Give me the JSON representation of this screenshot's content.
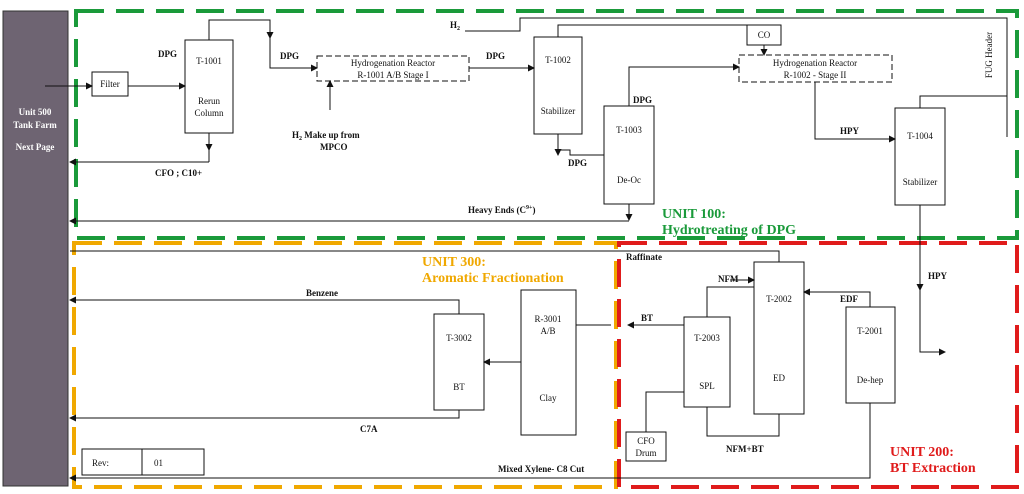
{
  "units": {
    "u100": {
      "title": "UNIT 100:",
      "subtitle": "Hydrotreating of DPG",
      "color": "#1a9a3a"
    },
    "u300": {
      "title": "UNIT 300:",
      "subtitle": "Aromatic Fractionation",
      "color": "#f0a800"
    },
    "u200": {
      "title": "UNIT 200:",
      "subtitle": "BT Extraction",
      "color": "#e01b1b"
    }
  },
  "tank_farm": {
    "line1": "Unit 500",
    "line2": "Tank Farm",
    "line3": "Next Page",
    "color": "#6e6472"
  },
  "equipment": {
    "filter": "Filter",
    "t1001": {
      "tag": "T-1001",
      "name1": "Rerun",
      "name2": "Column"
    },
    "r1001": {
      "name": "Hydrogenation Reactor",
      "tag": "R-1001 A/B Stage I"
    },
    "t1002": {
      "tag": "T-1002",
      "name": "Stabilizer"
    },
    "t1003": {
      "tag": "T-1003",
      "name": "De-Oc"
    },
    "co": "CO",
    "r1002": {
      "name": "Hydrogenation Reactor",
      "tag": "R-1002 - Stage II"
    },
    "t1004": {
      "tag": "T-1004",
      "name": "Stabilizer"
    },
    "fug": "FUG Header",
    "t3002": {
      "tag": "T-3002",
      "name": "BT"
    },
    "r3001": {
      "tag1": "R-3001",
      "tag2": "A/B",
      "name": "Clay"
    },
    "t2003": {
      "tag": "T-2003",
      "name": "SPL"
    },
    "t2002": {
      "tag": "T-2002",
      "name": "ED"
    },
    "t2001": {
      "tag": "T-2001",
      "name": "De-hep"
    },
    "cfo_drum1": "CFO",
    "cfo_drum2": "Drum"
  },
  "streams": {
    "dpg_in": "DPG",
    "dpg_1": "DPG",
    "dpg_2": "DPG",
    "dpg_3": "DPG",
    "dpg_4": "DPG",
    "h2_top": "H",
    "h2_sub": "2",
    "h2_makeup1_pre": "H",
    "h2_makeup1_sub": "2",
    "h2_makeup1_post": " Make up from",
    "h2_makeup2": "MPCO",
    "cfo": "CFO ; C10+",
    "hpy_1": "HPY",
    "hpy_2": "HPY",
    "heavy_pre": "Heavy Ends (C",
    "heavy_sup": "9+",
    "heavy_post": ")",
    "raffinate": "Raffinate",
    "nfm": "NFM",
    "edf": "EDF",
    "bt": "BT",
    "nfm_bt": "NFM+BT",
    "benzene": "Benzene",
    "c7a": "C7A",
    "mixed_xylene": "Mixed Xylene- C8 Cut"
  },
  "rev": {
    "label": "Rev:",
    "value": "01"
  }
}
